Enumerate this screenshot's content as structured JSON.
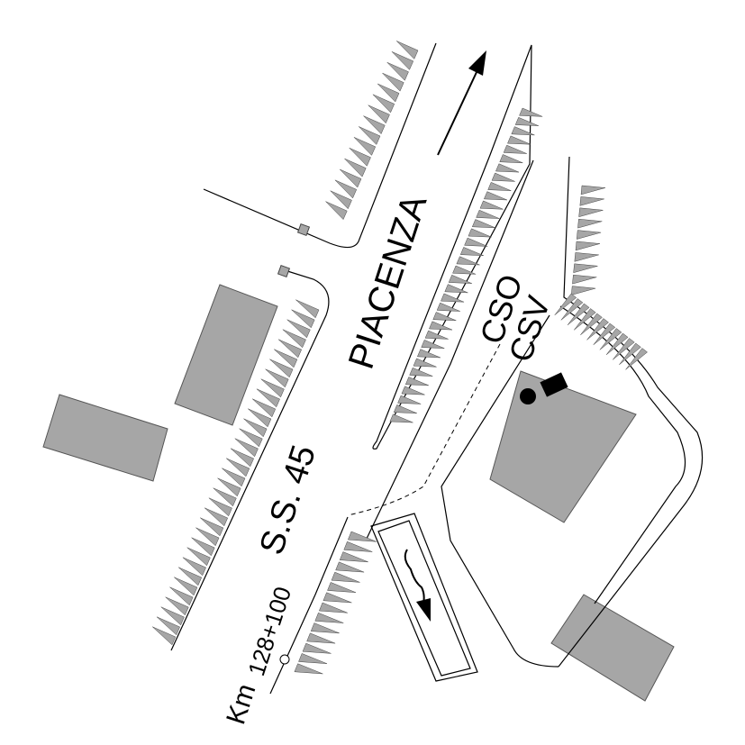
{
  "labels": {
    "direction": "PIACENZA",
    "road": "S.S. 45",
    "km_prefix": "Km",
    "km_value": "128+100",
    "site_line1": "CSO",
    "site_line2": "CSV"
  },
  "colors": {
    "building": "#a6a6a6",
    "line": "#000000",
    "background": "#ffffff"
  },
  "icons": [
    "direction-arrow-icon",
    "water-flow-arrow-icon",
    "km-marker-icon",
    "site-marker-icon"
  ]
}
